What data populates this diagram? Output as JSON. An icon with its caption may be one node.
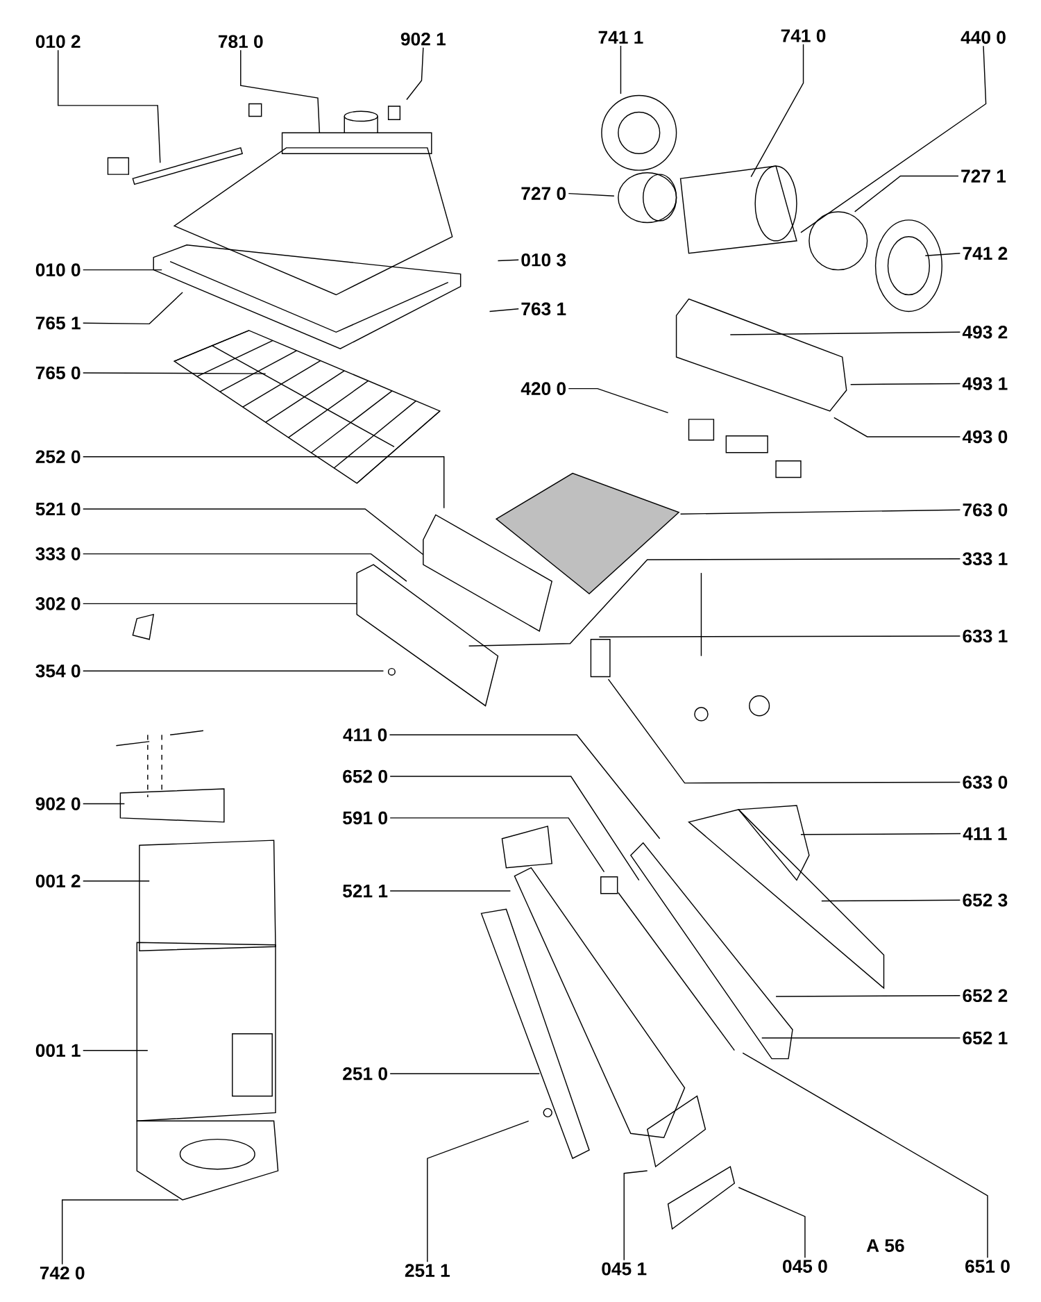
{
  "diagram": {
    "nodes": [
      {
        "text": [
          "010 2"
        ]
      },
      {
        "text": [
          "781 0"
        ]
      },
      {
        "text": [
          "902 1"
        ]
      },
      {
        "text": [
          "741 1"
        ]
      },
      {
        "text": [
          "741 0"
        ]
      },
      {
        "text": [
          "440 0"
        ]
      },
      {
        "text": [
          "727 1"
        ]
      },
      {
        "text": [
          "727 0"
        ]
      },
      {
        "text": [
          "741 2"
        ]
      },
      {
        "text": [
          "010 0"
        ]
      },
      {
        "text": [
          "010 3"
        ]
      },
      {
        "text": [
          "765 1"
        ]
      },
      {
        "text": [
          "763 1"
        ]
      },
      {
        "text": [
          "493 2"
        ]
      },
      {
        "text": [
          "765 0"
        ]
      },
      {
        "text": [
          "493 1"
        ]
      },
      {
        "text": [
          "420 0"
        ]
      },
      {
        "text": [
          "493 0"
        ]
      },
      {
        "text": [
          "252 0"
        ]
      },
      {
        "text": [
          "521 0"
        ]
      },
      {
        "text": [
          "763 0"
        ]
      },
      {
        "text": [
          "333 0"
        ]
      },
      {
        "text": [
          "333 1"
        ]
      },
      {
        "text": [
          "302 0"
        ]
      },
      {
        "text": [
          "633 1"
        ]
      },
      {
        "text": [
          "354 0"
        ]
      },
      {
        "text": [
          "411 0"
        ]
      },
      {
        "text": [
          "633 0"
        ]
      },
      {
        "text": [
          "652 0"
        ]
      },
      {
        "text": [
          "902 0"
        ]
      },
      {
        "text": [
          "591 0"
        ]
      },
      {
        "text": [
          "411 1"
        ]
      },
      {
        "text": [
          "001 2"
        ]
      },
      {
        "text": [
          "521 1"
        ]
      },
      {
        "text": [
          "652 3"
        ]
      },
      {
        "text": [
          "652 2"
        ]
      },
      {
        "text": [
          "652 1"
        ]
      },
      {
        "text": [
          "001 1"
        ]
      },
      {
        "text": [
          "251 0"
        ]
      },
      {
        "text": [
          "742 0"
        ]
      },
      {
        "text": [
          "251 1"
        ]
      },
      {
        "text": [
          "045 1"
        ]
      },
      {
        "text": [
          "045 0"
        ]
      },
      {
        "text": [
          "651 0"
        ]
      }
    ],
    "edges": [
      {
        "from": 0,
        "to": null,
        "arrow": "none"
      },
      {
        "from": 1,
        "to": null,
        "arrow": "none"
      },
      {
        "from": 2,
        "to": null,
        "arrow": "none"
      },
      {
        "from": 3,
        "to": null,
        "arrow": "none"
      },
      {
        "from": 4,
        "to": null,
        "arrow": "none"
      },
      {
        "from": 5,
        "to": null,
        "arrow": "none"
      },
      {
        "from": 6,
        "to": null,
        "arrow": "none"
      },
      {
        "from": 7,
        "to": null,
        "arrow": "none"
      },
      {
        "from": 8,
        "to": null,
        "arrow": "none"
      },
      {
        "from": 9,
        "to": null,
        "arrow": "none"
      },
      {
        "from": 10,
        "to": null,
        "arrow": "none"
      },
      {
        "from": 11,
        "to": null,
        "arrow": "none"
      },
      {
        "from": 12,
        "to": null,
        "arrow": "none"
      },
      {
        "from": 13,
        "to": null,
        "arrow": "none"
      },
      {
        "from": 14,
        "to": null,
        "arrow": "none"
      },
      {
        "from": 15,
        "to": null,
        "arrow": "none"
      },
      {
        "from": 16,
        "to": null,
        "arrow": "none"
      },
      {
        "from": 17,
        "to": null,
        "arrow": "none"
      },
      {
        "from": 18,
        "to": null,
        "arrow": "none"
      },
      {
        "from": 19,
        "to": null,
        "arrow": "none"
      },
      {
        "from": 20,
        "to": null,
        "arrow": "none"
      },
      {
        "from": 21,
        "to": null,
        "arrow": "none"
      },
      {
        "from": 22,
        "to": null,
        "arrow": "none"
      },
      {
        "from": 23,
        "to": null,
        "arrow": "none"
      },
      {
        "from": 24,
        "to": null,
        "arrow": "none"
      },
      {
        "from": 25,
        "to": null,
        "arrow": "none"
      },
      {
        "from": 26,
        "to": null,
        "arrow": "none"
      },
      {
        "from": 27,
        "to": null,
        "arrow": "none"
      },
      {
        "from": 28,
        "to": null,
        "arrow": "none"
      },
      {
        "from": 29,
        "to": null,
        "arrow": "none"
      },
      {
        "from": 30,
        "to": null,
        "arrow": "none"
      },
      {
        "from": 31,
        "to": null,
        "arrow": "none"
      },
      {
        "from": 32,
        "to": null,
        "arrow": "none"
      },
      {
        "from": 33,
        "to": null,
        "arrow": "none"
      },
      {
        "from": 34,
        "to": null,
        "arrow": "none"
      },
      {
        "from": 35,
        "to": null,
        "arrow": "none"
      },
      {
        "from": 36,
        "to": null,
        "arrow": "none"
      },
      {
        "from": 37,
        "to": null,
        "arrow": "none"
      },
      {
        "from": 38,
        "to": null,
        "arrow": "none"
      },
      {
        "from": 39,
        "to": null,
        "arrow": "none"
      },
      {
        "from": 40,
        "to": null,
        "arrow": "none"
      },
      {
        "from": 41,
        "to": null,
        "arrow": "none"
      },
      {
        "from": 42,
        "to": null,
        "arrow": "none"
      },
      {
        "from": 43,
        "to": null,
        "arrow": "none"
      }
    ],
    "labels": [
      "A 56"
    ]
  }
}
